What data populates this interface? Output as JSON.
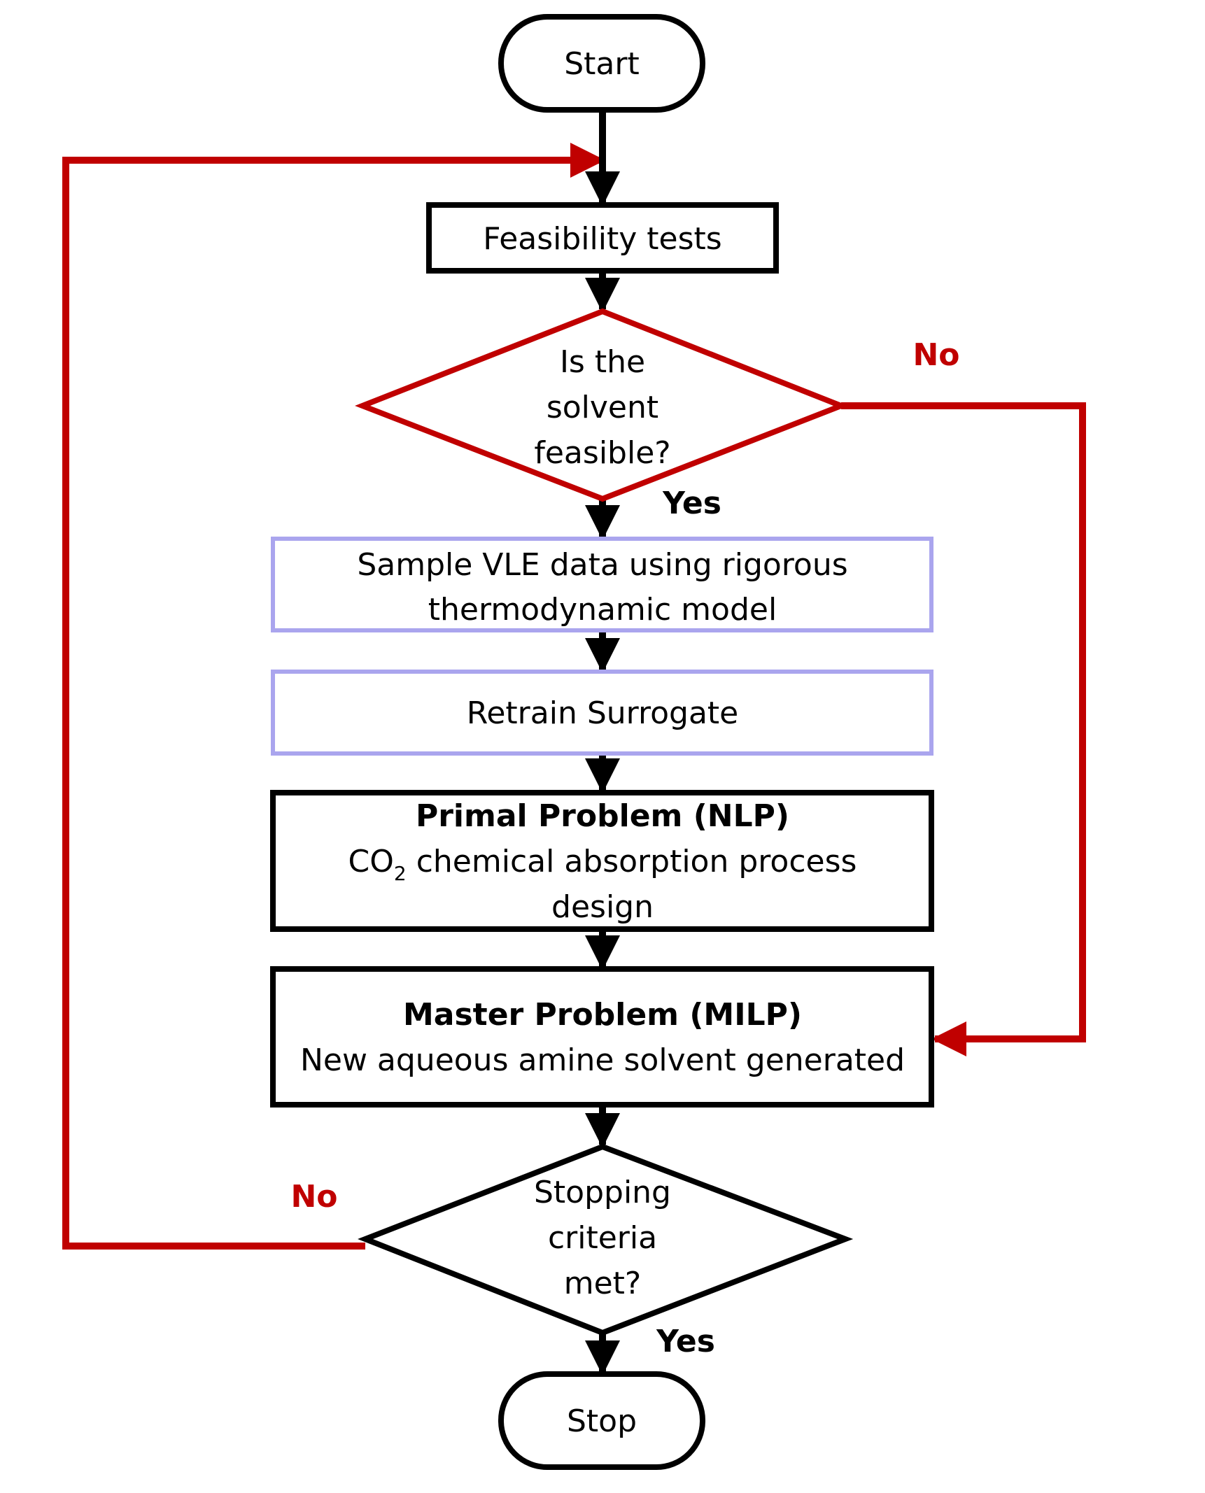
{
  "colors": {
    "black": "#000000",
    "red": "#c00000",
    "lavender": "#aaa5ee"
  },
  "nodes": {
    "start": {
      "label": "Start"
    },
    "feasibility": {
      "label": "Feasibility tests"
    },
    "solvent_decision": {
      "lines": [
        "Is the",
        "solvent",
        "feasible?"
      ]
    },
    "sample_vle": {
      "lines": [
        "Sample VLE data using rigorous",
        "thermodynamic model"
      ]
    },
    "retrain": {
      "label": "Retrain Surrogate"
    },
    "primal": {
      "title": "Primal Problem (NLP)",
      "line1_prefix": "CO",
      "line1_subscript": "2",
      "line1_suffix": " chemical absorption process",
      "line2": "design"
    },
    "master": {
      "title": "Master Problem (MILP)",
      "line1": "New aqueous amine solvent generated"
    },
    "stopping_decision": {
      "lines": [
        "Stopping",
        "criteria",
        "met?"
      ]
    },
    "stop": {
      "label": "Stop"
    }
  },
  "edge_labels": {
    "solvent_yes": "Yes",
    "solvent_no": "No",
    "stopping_yes": "Yes",
    "stopping_no": "No"
  }
}
